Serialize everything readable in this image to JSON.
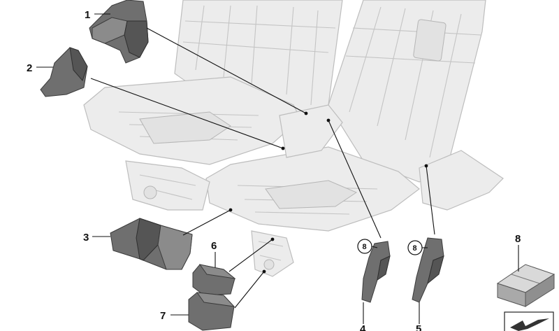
{
  "callouts": {
    "c1": "1",
    "c2": "2",
    "c3": "3",
    "c4": "4",
    "c5": "5",
    "c6": "6",
    "c7": "7",
    "c8": "8"
  },
  "circled_refs": {
    "ref_a": "8",
    "ref_b": "8"
  },
  "colors": {
    "part_fill": "#6f6f6f",
    "ghost_fill": "#ececec",
    "ink": "#111111"
  }
}
